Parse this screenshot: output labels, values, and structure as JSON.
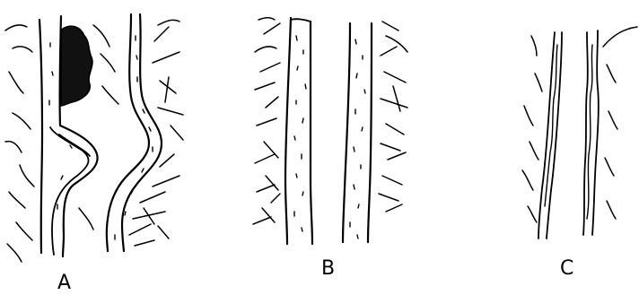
{
  "panels": [
    {
      "id": "a",
      "label": "A"
    },
    {
      "id": "b",
      "label": "B"
    },
    {
      "id": "c",
      "label": "C"
    }
  ],
  "colors": {
    "ink": "#000000",
    "paper": "#ffffff",
    "fill": "#111111"
  }
}
